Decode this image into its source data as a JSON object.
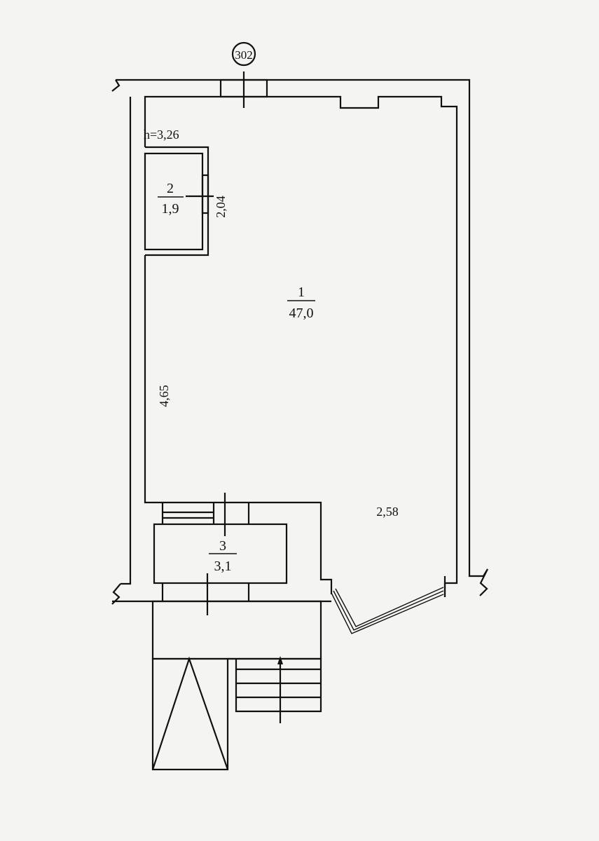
{
  "plan": {
    "axis_marker": "302",
    "ceiling_height": "h=3,26",
    "rooms": [
      {
        "number": "1",
        "area": "47,0"
      },
      {
        "number": "2",
        "area": "1,9"
      },
      {
        "number": "3",
        "area": "3,1"
      }
    ],
    "dimensions": {
      "closet_width": "2,04",
      "left_wall": "4,65",
      "right_side": "2,58"
    }
  }
}
